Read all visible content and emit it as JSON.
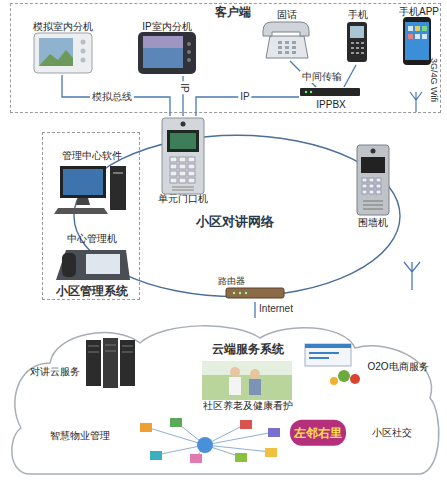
{
  "diagram": {
    "nodes": [
      {
        "text": [
          "客户端"
        ]
      },
      {
        "text": [
          "模拟室内分机"
        ],
        "in": 0
      },
      {
        "text": [
          "IP室内分机"
        ],
        "in": 0
      },
      {
        "text": [
          "固话"
        ],
        "in": 0
      },
      {
        "text": [
          "手机"
        ],
        "in": 0
      },
      {
        "text": [
          "IPPBX"
        ],
        "in": 0
      },
      {
        "text": [
          "手机APP"
        ],
        "in": 0
      },
      {
        "text": [
          "小区对讲网络"
        ]
      },
      {
        "text": [
          "小区管理系统"
        ]
      },
      {
        "text": [
          "管理中心软件"
        ],
        "in": 8
      },
      {
        "text": [
          "中心管理机"
        ],
        "in": 8
      },
      {
        "text": [
          "单元门口机"
        ]
      },
      {
        "text": [
          "围墙机"
        ]
      },
      {
        "text": [
          "路由器"
        ]
      },
      {
        "text": [
          "云端服务系统"
        ]
      },
      {
        "text": [
          "对讲云服务"
        ],
        "in": 14
      },
      {
        "text": [
          "社区养老及健康看护"
        ],
        "in": 14
      },
      {
        "text": [
          "O2O电商服务"
        ],
        "in": 14
      },
      {
        "text": [
          "智慧物业管理"
        ],
        "in": 14
      },
      {
        "text": [
          "左邻右里",
          "小区社交"
        ],
        "in": 14
      }
    ],
    "edges": [
      {
        "from": 1,
        "to": 11,
        "label": "模拟总线",
        "arrow": "none"
      },
      {
        "from": 2,
        "to": 11,
        "label": "IP",
        "arrow": "none"
      },
      {
        "from": 5,
        "to": 11,
        "label": "IP",
        "arrow": "none"
      },
      {
        "from": 3,
        "to": 5,
        "arrow": "none"
      },
      {
        "from": 4,
        "to": 5,
        "arrow": "none"
      },
      {
        "from": 13,
        "to": 14,
        "label": "Internet",
        "arrow": "none"
      }
    ],
    "labels": [
      "中间传输",
      "3G/4G Wifi"
    ]
  }
}
